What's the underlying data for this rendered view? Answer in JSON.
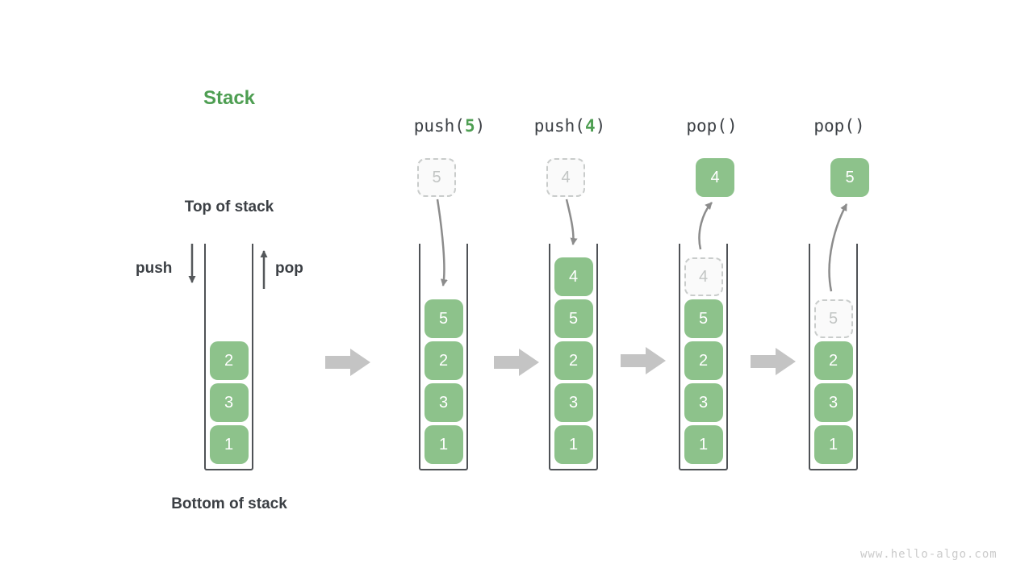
{
  "legend": {
    "title": "Stack",
    "top_label": "Top of stack",
    "bottom_label": "Bottom of stack",
    "push_label": "push",
    "pop_label": "pop"
  },
  "watermark": "www.hello-algo.com",
  "colors": {
    "accent_green": "#4e9e52",
    "box_green": "#8dc28b",
    "box_number_text": "#ffffff",
    "dark_text": "#3b3f44",
    "container_wall": "#4f5256",
    "dashed_border": "#c9cccb",
    "dashed_fill": "#fafafa",
    "dashed_text": "#c2c5c4",
    "curve_arrow": "#8c8c8c",
    "legend_arrow": "#55585b",
    "flow_arrow": "#c4c4c4",
    "watermark_text": "#cbcbcb"
  },
  "columns": [
    {
      "id": "initial-stack",
      "header": null,
      "floating": null,
      "arrow": null,
      "cells": [
        {
          "value": "2",
          "slot": 2,
          "style": "solid"
        },
        {
          "value": "3",
          "slot": 3,
          "style": "solid"
        },
        {
          "value": "1",
          "slot": 4,
          "style": "solid"
        }
      ]
    },
    {
      "id": "push-5",
      "header": {
        "prefix": "push(",
        "arg": "5",
        "suffix": ")"
      },
      "floating": {
        "value": "5",
        "style": "dashed"
      },
      "arrow": "push",
      "cells": [
        {
          "value": "5",
          "slot": 1,
          "style": "solid"
        },
        {
          "value": "2",
          "slot": 2,
          "style": "solid"
        },
        {
          "value": "3",
          "slot": 3,
          "style": "solid"
        },
        {
          "value": "1",
          "slot": 4,
          "style": "solid"
        }
      ]
    },
    {
      "id": "push-4",
      "header": {
        "prefix": "push(",
        "arg": "4",
        "suffix": ")"
      },
      "floating": {
        "value": "4",
        "style": "dashed"
      },
      "arrow": "push",
      "cells": [
        {
          "value": "4",
          "slot": 0,
          "style": "solid"
        },
        {
          "value": "5",
          "slot": 1,
          "style": "solid"
        },
        {
          "value": "2",
          "slot": 2,
          "style": "solid"
        },
        {
          "value": "3",
          "slot": 3,
          "style": "solid"
        },
        {
          "value": "1",
          "slot": 4,
          "style": "solid"
        }
      ]
    },
    {
      "id": "pop-4",
      "header": {
        "prefix": "pop()",
        "arg": "",
        "suffix": ""
      },
      "floating": {
        "value": "4",
        "style": "solid"
      },
      "arrow": "pop",
      "cells": [
        {
          "value": "4",
          "slot": 0,
          "style": "dashed"
        },
        {
          "value": "5",
          "slot": 1,
          "style": "solid"
        },
        {
          "value": "2",
          "slot": 2,
          "style": "solid"
        },
        {
          "value": "3",
          "slot": 3,
          "style": "solid"
        },
        {
          "value": "1",
          "slot": 4,
          "style": "solid"
        }
      ]
    },
    {
      "id": "pop-5",
      "header": {
        "prefix": "pop()",
        "arg": "",
        "suffix": ""
      },
      "floating": {
        "value": "5",
        "style": "solid"
      },
      "arrow": "pop",
      "cells": [
        {
          "value": "5",
          "slot": 1,
          "style": "dashed"
        },
        {
          "value": "2",
          "slot": 2,
          "style": "solid"
        },
        {
          "value": "3",
          "slot": 3,
          "style": "solid"
        },
        {
          "value": "1",
          "slot": 4,
          "style": "solid"
        }
      ]
    }
  ]
}
